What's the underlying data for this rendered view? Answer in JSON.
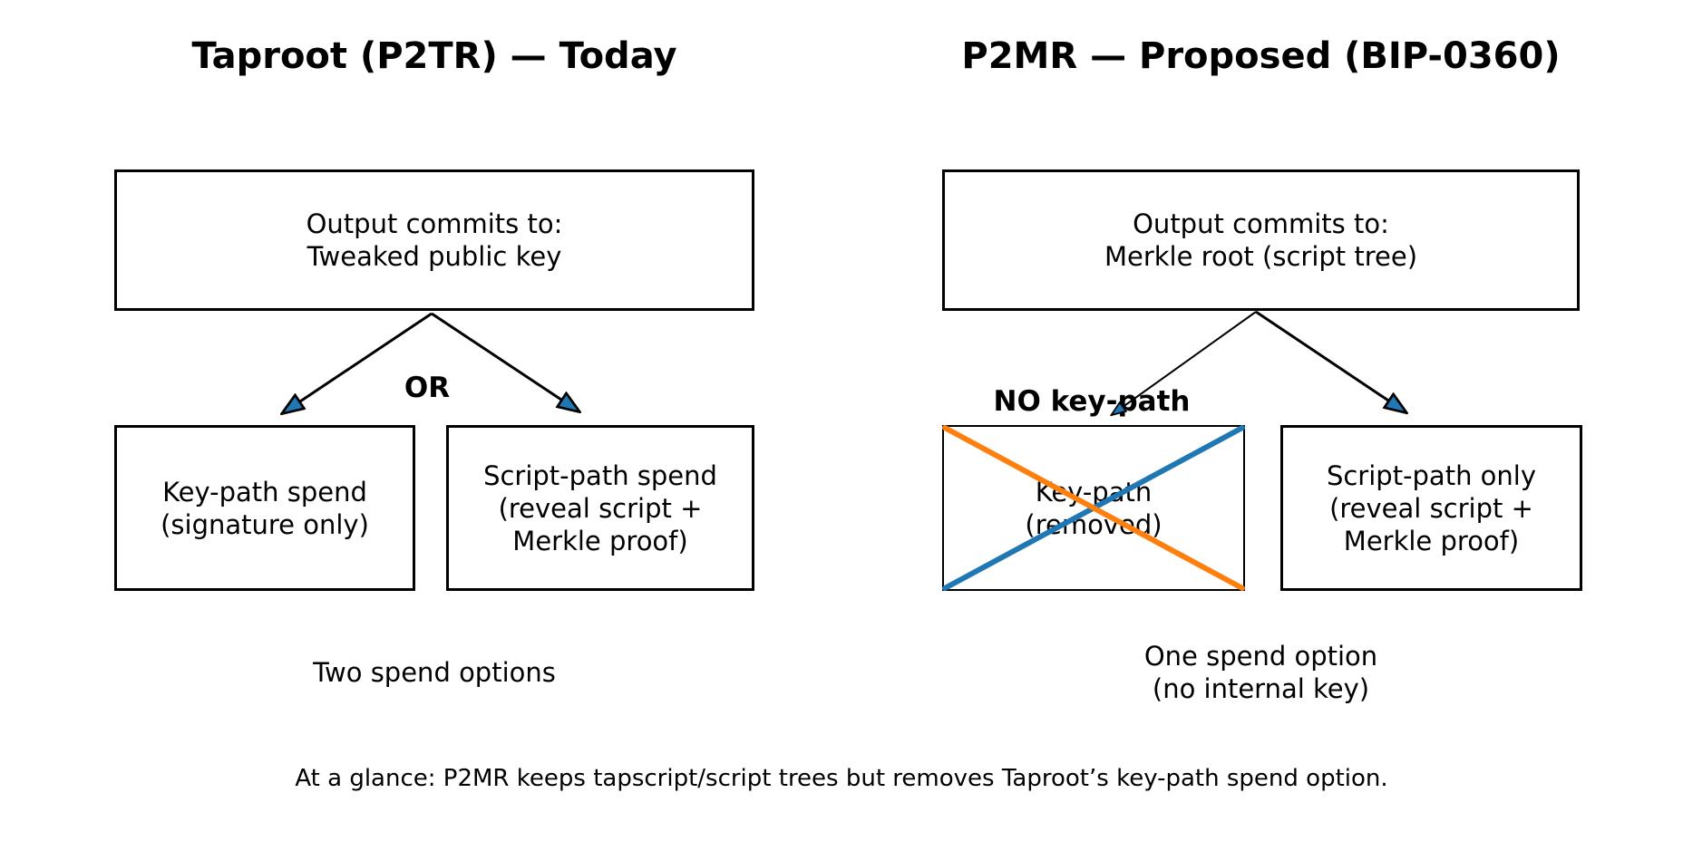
{
  "colors": {
    "background": "#ffffff",
    "text": "#000000",
    "box_border": "#000000",
    "arrow_line": "#000000",
    "arrowhead": "#1f77b4",
    "cross_blue": "#1f77b4",
    "cross_orange": "#ff7f0e"
  },
  "left_panel": {
    "title": "Taproot (P2TR) — Today",
    "top_box": {
      "line1": "Output commits to:",
      "line2": "Tweaked public key"
    },
    "or_label": "OR",
    "keypath_box": {
      "line1": "Key-path spend",
      "line2": "(signature only)"
    },
    "scriptpath_box": {
      "line1": "Script-path spend",
      "line2": "(reveal script +",
      "line3": "Merkle proof)"
    },
    "caption": "Two spend options"
  },
  "right_panel": {
    "title": "P2MR — Proposed (BIP-0360)",
    "top_box": {
      "line1": "Output commits to:",
      "line2": "Merkle root (script tree)"
    },
    "no_keypath_label": "NO key-path",
    "keypath_box": {
      "line1": "Key-path",
      "line2": "(removed)"
    },
    "scriptpath_box": {
      "line1": "Script-path only",
      "line2": "(reveal script +",
      "line3": "Merkle proof)"
    },
    "caption_line1": "One spend option",
    "caption_line2": "(no internal key)"
  },
  "footer": {
    "text": "At a glance: P2MR keeps tapscript/script trees but removes Taproot’s key-path spend option."
  }
}
